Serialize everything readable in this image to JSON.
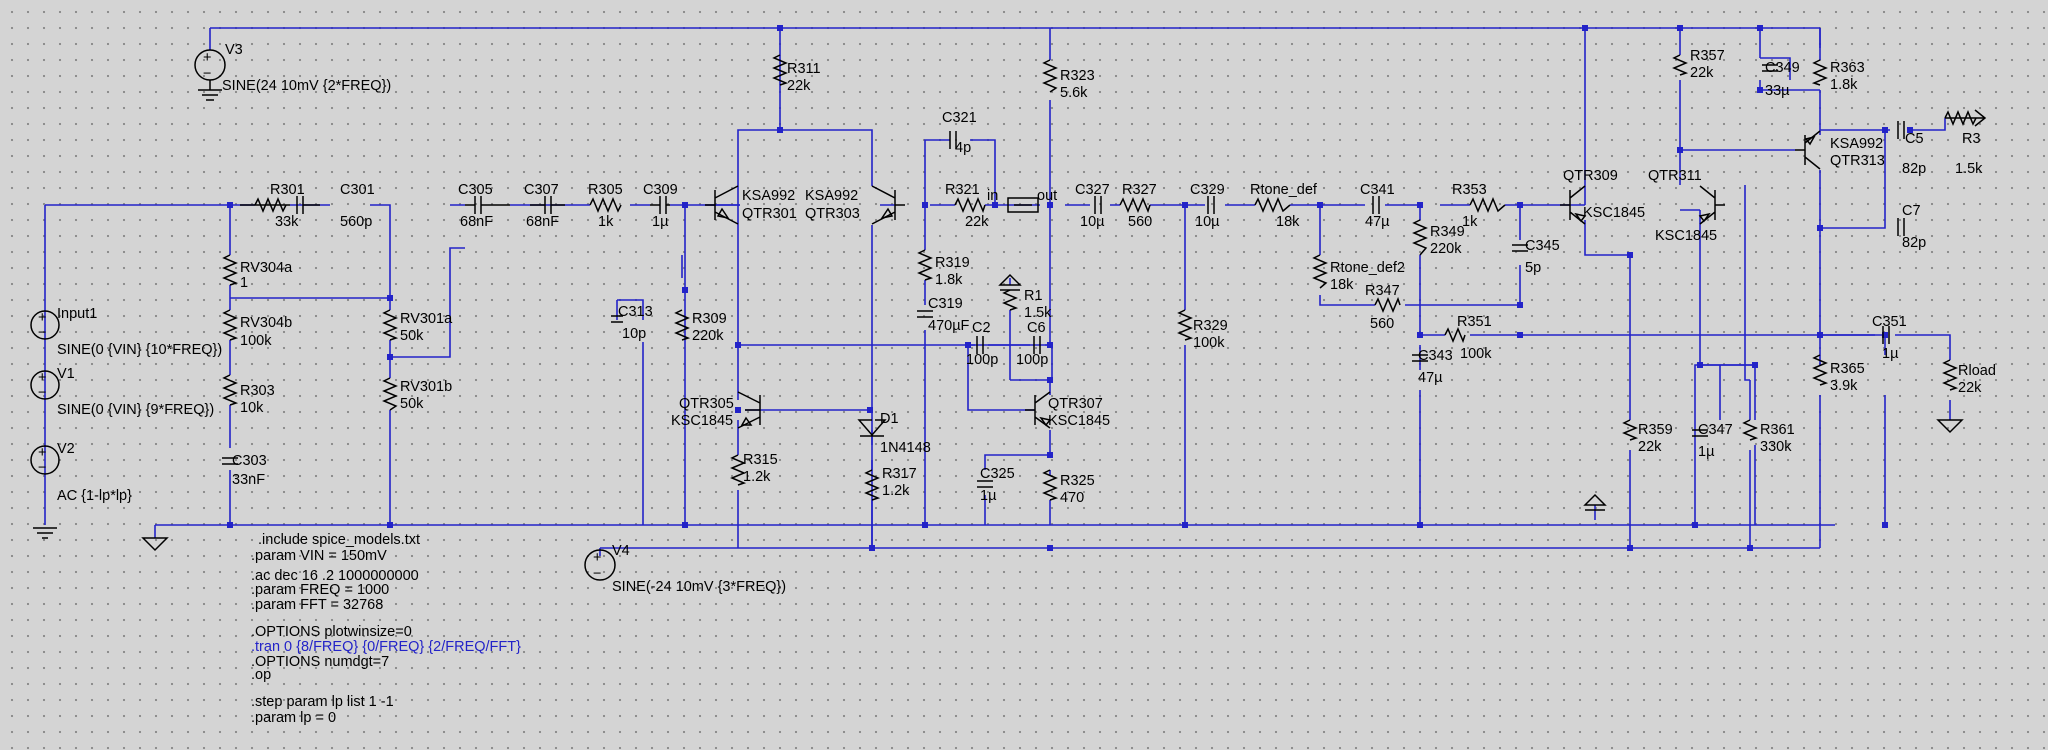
{
  "labels": {
    "V3": "V3",
    "V3v": "SINE(24 10mV {2*FREQ})",
    "V4": "V4",
    "V4v": "SINE(-24 10mV {3*FREQ})",
    "Input1": "Input1",
    "Input1v": "SINE(0 {VIN} {10*FREQ})",
    "V1": "V1",
    "V1v": "SINE(0 {VIN} {9*FREQ})",
    "V2": "V2",
    "V2v": "AC {1-lp*lp}",
    "R301": "R301",
    "R301v": "33k",
    "C301": "C301",
    "C301v": "560p",
    "RV304a": "RV304a",
    "RV304av": "1",
    "RV304b": "RV304b",
    "RV304bv": "100k",
    "R303": "R303",
    "R303v": "10k",
    "C303": "C303",
    "C303v": "33nF",
    "RV301a": "RV301a",
    "RV301av": "50k",
    "RV301b": "RV301b",
    "RV301bv": "50k",
    "C305": "C305",
    "C305v": "68nF",
    "C307": "C307",
    "C307v": "68nF",
    "R305": "R305",
    "R305v": "1k",
    "C309": "C309",
    "C309v": "1µ",
    "C313": "C313",
    "C313v": "10p",
    "R309": "R309",
    "R309v": "220k",
    "R311": "R311",
    "R311v": "22k",
    "QTR301": "QTR301",
    "QTR303": "QTR303",
    "KSA992a": "KSA992",
    "KSA992b": "KSA992",
    "QTR305": "QTR305",
    "KSC1845a": "KSC1845",
    "R315": "R315",
    "R315v": "1.2k",
    "D1": "D1",
    "D1v": "1N4148",
    "R317": "R317",
    "R317v": "1.2k",
    "C321": "C321",
    "C321v": "4p",
    "R321": "R321",
    "R321v": "22k",
    "R319": "R319",
    "R319v": "1.8k",
    "C319": "C319",
    "C319v": "470µF",
    "R323": "R323",
    "R323v": "5.6k",
    "R1": "R1",
    "R1v": "1.5k",
    "C2": "C2",
    "C2v": "100p",
    "C6": "C6",
    "C6v": "100p",
    "QTR307": "QTR307",
    "KSC1845b": "KSC1845",
    "C325": "C325",
    "C325v": "1µ",
    "R325": "R325",
    "R325v": "470",
    "U_in": "in",
    "U_out": "out",
    "C327": "C327",
    "C327v": "10µ",
    "R327": "R327",
    "R327v": "560",
    "C329": "C329",
    "C329v": "10µ",
    "R329": "R329",
    "R329v": "100k",
    "Rtone_def": "Rtone_def",
    "Rtone_defv": "18k",
    "Rtone_def2": "Rtone_def2",
    "Rtone_def2v": "18k",
    "R347": "R347",
    "R347v": "560",
    "C341": "C341",
    "C341v": "47µ",
    "R353": "R353",
    "R353v": "1k",
    "R349": "R349",
    "R349v": "220k",
    "C345": "C345",
    "C345v": "5p",
    "C343": "C343",
    "C343v": "47µ",
    "R351": "R351",
    "R351v": "100k",
    "QTR309": "QTR309",
    "KSC1845c": "KSC1845",
    "QTR311": "QTR311",
    "KSC1845d": "KSC1845",
    "R357": "R357",
    "R357v": "22k",
    "C349": "C349",
    "C349v": "33µ",
    "R363": "R363",
    "R363v": "1.8k",
    "KSA992c": "KSA992",
    "QTR313": "QTR313",
    "C5": "C5",
    "C5v": "82p",
    "R3": "R3",
    "R3v": "1.5k",
    "C7": "C7",
    "C7v": "82p",
    "C351": "C351",
    "C351v": "1µ",
    "Rload": "Rload",
    "Rloadv": "22k",
    "R365": "R365",
    "R365v": "3.9k",
    "R359": "R359",
    "R359v": "22k",
    "C347": "C347",
    "C347v": "1µ",
    "R361": "R361",
    "R361v": "330k"
  },
  "directives": [
    ".include spice_models.txt",
    ".param VIN = 150mV",
    ".ac dec 16 .2 1000000000",
    ".param FREQ = 1000",
    ".param FFT = 32768",
    ".OPTIONS plotwinsize=0",
    ".tran 0 {8/FREQ} {0/FREQ} {2/FREQ/FFT}",
    ".OPTIONS numdgt=7",
    ".op",
    ".step param lp list 1 -1",
    ".param lp = 0"
  ],
  "colors": {
    "background": "#d4d4d4",
    "grid_dot": "#8a8a8a",
    "wire": "#2323c8",
    "component": "#000000",
    "active_directive": "#2323c8"
  }
}
